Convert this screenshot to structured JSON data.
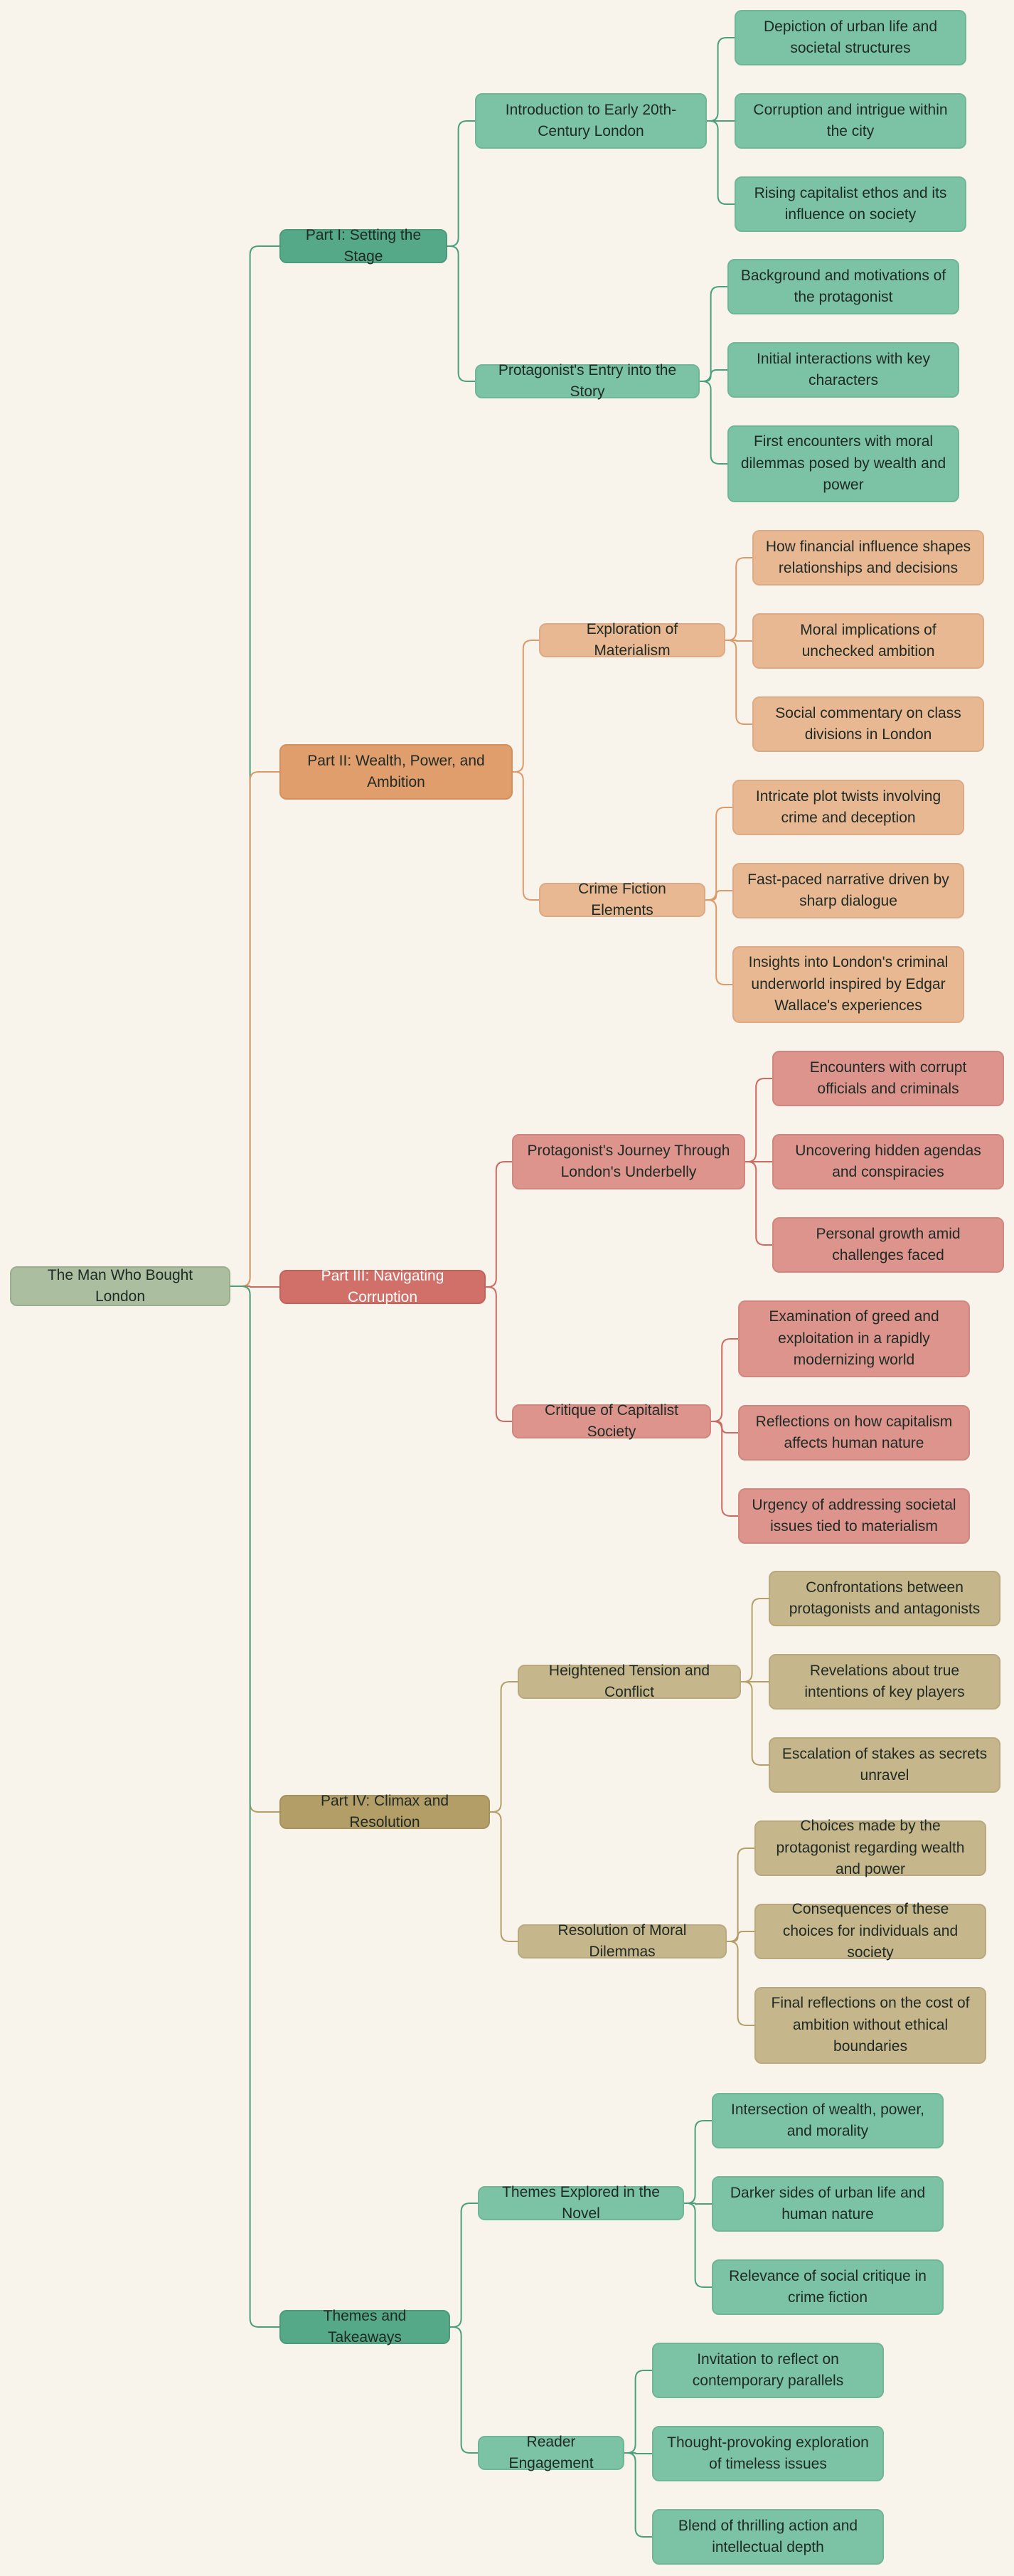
{
  "mindmap": {
    "root": "The Man Who Bought London",
    "parts": [
      {
        "label": "Part I: Setting the Stage",
        "color": "#55a988",
        "line_color": "#4aa07c",
        "topics": [
          {
            "label": "Introduction to Early 20th-Century London",
            "points": [
              "Depiction of urban life and societal structures",
              "Corruption and intrigue within the city",
              "Rising capitalist ethos and its influence on society"
            ]
          },
          {
            "label": "Protagonist's Entry into the Story",
            "points": [
              "Background and motivations of the protagonist",
              "Initial interactions with key characters",
              "First encounters with moral dilemmas posed by wealth and power"
            ]
          }
        ]
      },
      {
        "label": "Part II: Wealth, Power, and Ambition",
        "color": "#e09e6d",
        "line_color": "#dc9a68",
        "topics": [
          {
            "label": "Exploration of Materialism",
            "points": [
              "How financial influence shapes relationships and decisions",
              "Moral implications of unchecked ambition",
              "Social commentary on class divisions in London"
            ]
          },
          {
            "label": "Crime Fiction Elements",
            "points": [
              "Intricate plot twists involving crime and deception",
              "Fast-paced narrative driven by sharp dialogue",
              "Insights into London's criminal underworld inspired by Edgar Wallace's experiences"
            ]
          }
        ]
      },
      {
        "label": "Part III: Navigating Corruption",
        "color": "#d07068",
        "line_color": "#cc6a62",
        "topics": [
          {
            "label": "Protagonist's Journey Through London's Underbelly",
            "points": [
              "Encounters with corrupt officials and criminals",
              "Uncovering hidden agendas and conspiracies",
              "Personal growth amid challenges faced"
            ]
          },
          {
            "label": "Critique of Capitalist Society",
            "points": [
              "Examination of greed and exploitation in a rapidly modernizing world",
              "Reflections on how capitalism affects human nature",
              "Urgency of addressing societal issues tied to materialism"
            ]
          }
        ]
      },
      {
        "label": "Part IV: Climax and Resolution",
        "color": "#b39e68",
        "line_color": "#b49f68",
        "topics": [
          {
            "label": "Heightened Tension and Conflict",
            "points": [
              "Confrontations between protagonists and antagonists",
              "Revelations about true intentions of key players",
              "Escalation of stakes as secrets unravel"
            ]
          },
          {
            "label": "Resolution of Moral Dilemmas",
            "points": [
              "Choices made by the protagonist regarding wealth and power",
              "Consequences of these choices for individuals and society",
              "Final reflections on the cost of ambition without ethical boundaries"
            ]
          }
        ]
      },
      {
        "label": "Themes and Takeaways",
        "color": "#55a988",
        "line_color": "#4aa07c",
        "topics": [
          {
            "label": "Themes Explored in the Novel",
            "points": [
              "Intersection of wealth, power, and morality",
              "Darker sides of urban life and human nature",
              "Relevance of social critique in crime fiction"
            ]
          },
          {
            "label": "Reader Engagement",
            "points": [
              "Invitation to reflect on contemporary parallels",
              "Thought-provoking exploration of timeless issues",
              "Blend of thrilling action and intellectual depth"
            ]
          }
        ]
      }
    ]
  }
}
